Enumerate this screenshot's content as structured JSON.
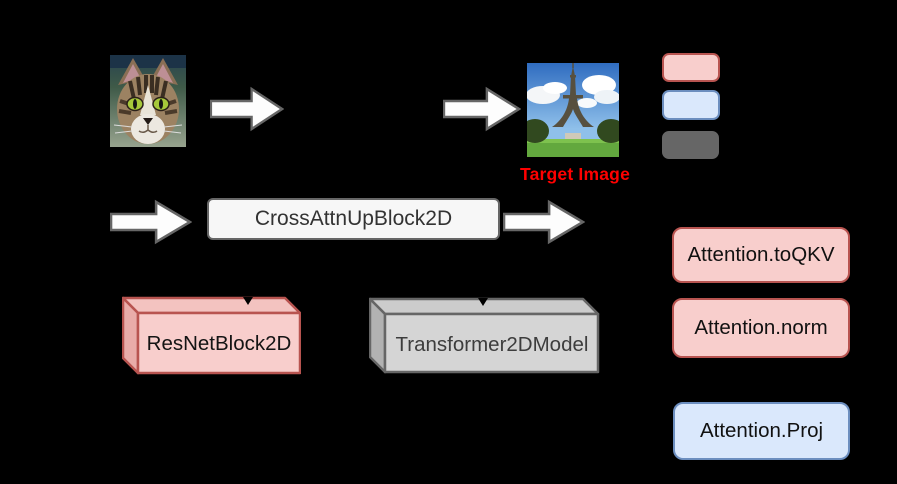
{
  "diagram": {
    "background": "#000000",
    "source_image": {
      "name": "cat photo"
    },
    "target_image": {
      "name": "Eiffel Tower photo",
      "caption": "Target Image",
      "caption_color": "#ff0000"
    },
    "main_block": {
      "label": "CrossAttnUpBlock2D",
      "fill": "#f7f7f7",
      "stroke": "#666666"
    },
    "modules": {
      "resnet": {
        "label": "ResNetBlock2D",
        "front_fill": "#f8cecc",
        "top_fill": "#f3c3c0",
        "side_fill": "#e9aca9",
        "stroke": "#b85450"
      },
      "transformer": {
        "label": "Transformer2DModel",
        "front_fill": "#d5d5d5",
        "top_fill": "#cccccc",
        "side_fill": "#b2b2b2",
        "stroke": "#666666"
      }
    },
    "attention_blocks": [
      {
        "label": "Attention.toQKV",
        "fill": "#f8cecc",
        "stroke": "#b85450"
      },
      {
        "label": "Attention.norm",
        "fill": "#f8cecc",
        "stroke": "#b85450"
      },
      {
        "label": "Attention.Proj",
        "fill": "#dae8fc",
        "stroke": "#6c8ebf"
      }
    ],
    "legend_swatches": [
      {
        "name": "red-swatch",
        "fill": "#f8cecc",
        "stroke": "#b85450"
      },
      {
        "name": "blue-swatch",
        "fill": "#dae8fc",
        "stroke": "#6c8ebf"
      },
      {
        "name": "gray-swatch",
        "fill": "#666666",
        "stroke": "#666666"
      }
    ],
    "arrow_style": {
      "fill": "#fdfdfd",
      "stroke": "#666666"
    }
  }
}
